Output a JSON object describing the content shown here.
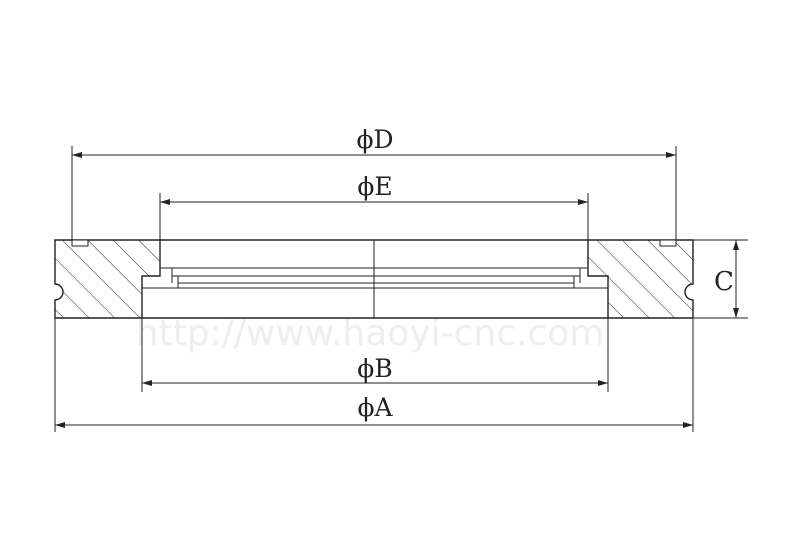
{
  "watermark": "http://www.haoyi-cnc.com",
  "dimensions": {
    "D": "ϕD",
    "E": "ϕE",
    "B": "ϕB",
    "A": "ϕA",
    "C": "C"
  }
}
